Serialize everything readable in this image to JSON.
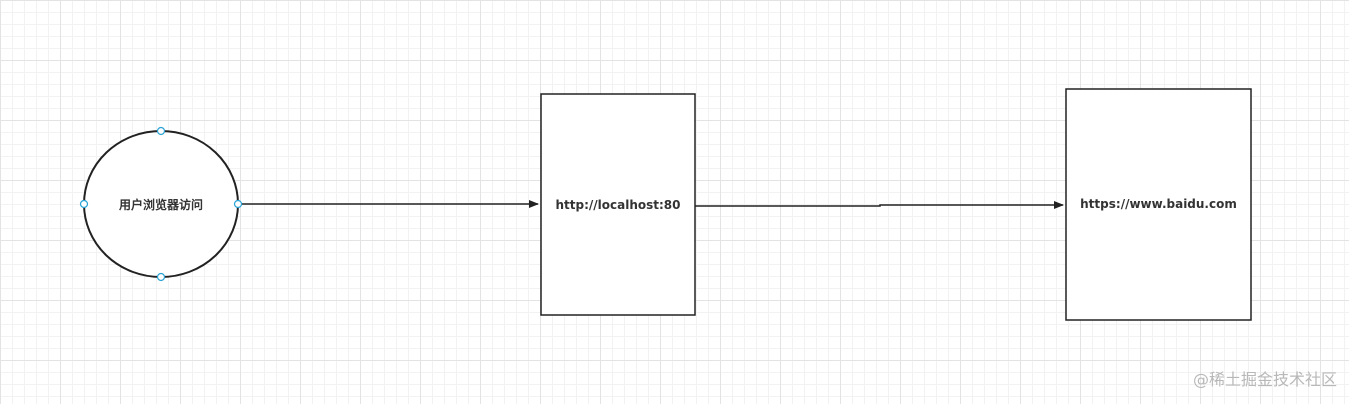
{
  "nodes": {
    "user": {
      "label": "用户浏览器访问"
    },
    "localhost": {
      "label": "http://localhost:80"
    },
    "baidu": {
      "label": "https://www.baidu.com"
    }
  },
  "watermark": "@稀土掘金技术社区",
  "colors": {
    "stroke": "#222222",
    "handle": "#29a3d6",
    "text": "#333333",
    "watermark": "#b8b8b8"
  }
}
